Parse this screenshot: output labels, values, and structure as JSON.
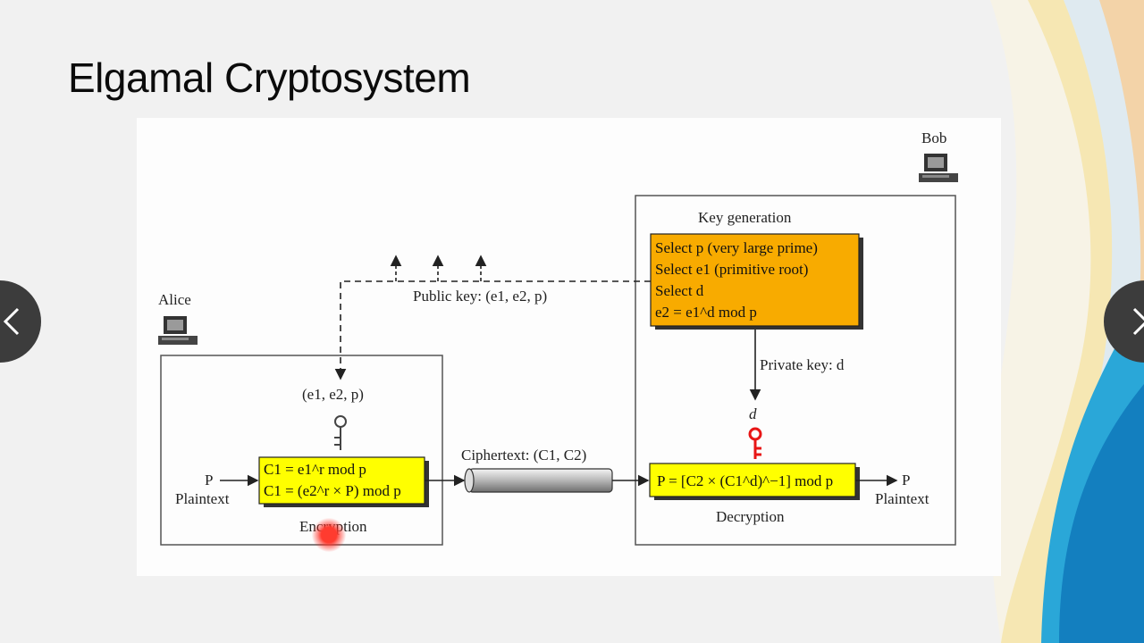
{
  "slide": {
    "title": "Elgamal Cryptosystem"
  },
  "diagram": {
    "bob_label": "Bob",
    "alice_label": "Alice",
    "key_generation": {
      "title": "Key generation",
      "lines": [
        "Select p (very large prime)",
        "Select e1 (primitive root)",
        "Select d",
        "e2 = e1^d mod p"
      ]
    },
    "public_key_label": "Public key: (e1, e2, p)",
    "private_key_label": "Private key: d",
    "private_key_value": "d",
    "alice_received_key": "(e1, e2, p)",
    "ciphertext_label": "Ciphertext: (C1, C2)",
    "encryption": {
      "title": "Encryption",
      "lines": [
        "C1 = e1^r mod p",
        "C1 = (e2^r × P) mod p"
      ],
      "input_symbol": "P",
      "input_label": "Plaintext"
    },
    "decryption": {
      "title": "Decryption",
      "formula": "P = [C2 × (C1^d)^−1] mod p",
      "output_symbol": "P",
      "output_label": "Plaintext"
    }
  },
  "colors": {
    "background": "#f1f1f1",
    "key_generation_box": "#f8ab00",
    "encryption_box": "#ffff00",
    "decryption_box": "#ffff00",
    "private_key_icon": "#e81616",
    "nav_button": "#3c3c3c",
    "record_indicator": "#ff3b2f"
  },
  "icons": {
    "nav_prev": "chevron-left-icon",
    "nav_next": "chevron-right-icon",
    "public_key": "key-icon",
    "private_key": "key-icon",
    "computers": "computer-icon"
  }
}
